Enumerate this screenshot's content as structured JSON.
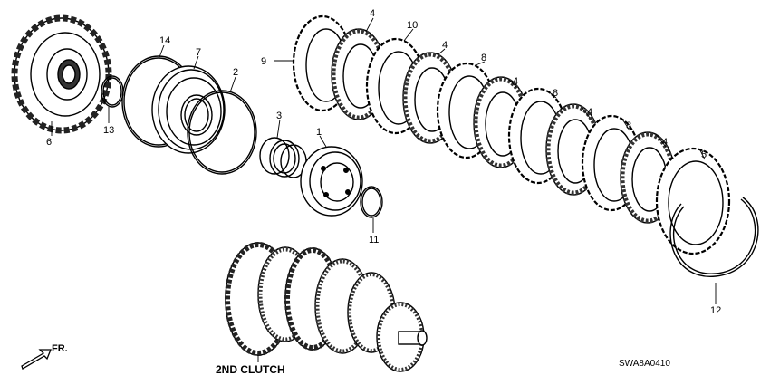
{
  "callouts": {
    "p1": "1",
    "p2": "2",
    "p3": "3",
    "p4a": "4",
    "p4b": "4",
    "p4c": "4",
    "p4d": "4",
    "p4e": "4",
    "p5": "5",
    "p6": "6",
    "p7": "7",
    "p8a": "8",
    "p8b": "8",
    "p8c": "8",
    "p9": "9",
    "p10": "10",
    "p11": "11",
    "p12": "12",
    "p13": "13",
    "p14": "14"
  },
  "caption": "2ND CLUTCH",
  "diagram_code": "SWA8A0410",
  "direction_label": "FR.",
  "colors": {
    "ink": "#000000",
    "paper": "#ffffff"
  }
}
